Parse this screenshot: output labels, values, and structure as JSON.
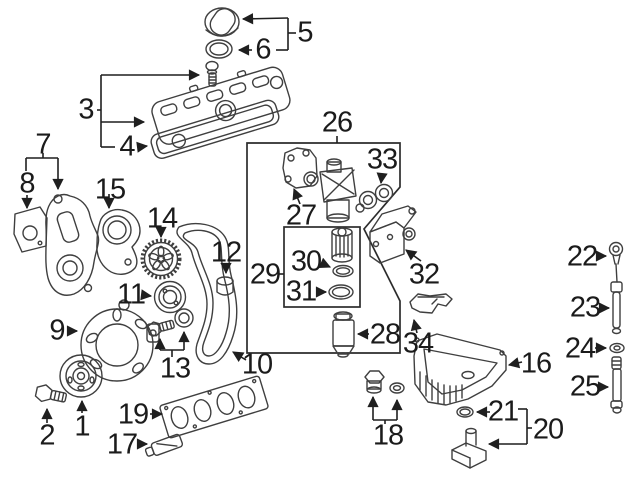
{
  "colors": {
    "background": "#ffffff",
    "line": "#3f3f3f",
    "box_line": "#2c2c2c",
    "label": "#1b1b1b"
  },
  "callouts": {
    "c1": {
      "text": "1"
    },
    "c2": {
      "text": "2"
    },
    "c3": {
      "text": "3"
    },
    "c4": {
      "text": "4"
    },
    "c5": {
      "text": "5"
    },
    "c6": {
      "text": "6"
    },
    "c7": {
      "text": "7"
    },
    "c8": {
      "text": "8"
    },
    "c9": {
      "text": "9"
    },
    "c10": {
      "text": "10"
    },
    "c11": {
      "text": "11"
    },
    "c12": {
      "text": "12"
    },
    "c13": {
      "text": "13"
    },
    "c14": {
      "text": "14"
    },
    "c15": {
      "text": "15"
    },
    "c16": {
      "text": "16"
    },
    "c17": {
      "text": "17"
    },
    "c18": {
      "text": "18"
    },
    "c19": {
      "text": "19"
    },
    "c20": {
      "text": "20"
    },
    "c21": {
      "text": "21"
    },
    "c22": {
      "text": "22"
    },
    "c23": {
      "text": "23"
    },
    "c24": {
      "text": "24"
    },
    "c25": {
      "text": "25"
    },
    "c26": {
      "text": "26"
    },
    "c27": {
      "text": "27"
    },
    "c28": {
      "text": "28"
    },
    "c29": {
      "text": "29"
    },
    "c30": {
      "text": "30"
    },
    "c31": {
      "text": "31"
    },
    "c32": {
      "text": "32"
    },
    "c33": {
      "text": "33"
    },
    "c34": {
      "text": "34"
    }
  }
}
